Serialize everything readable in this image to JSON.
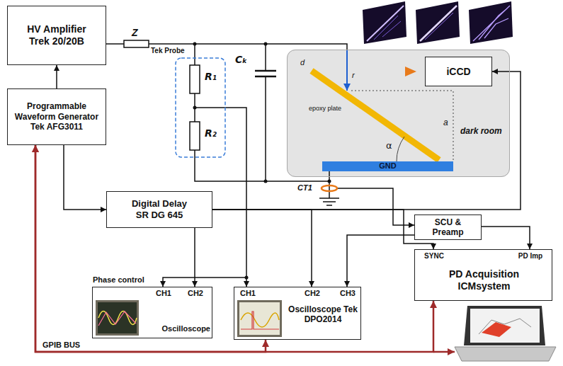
{
  "diagram": {
    "nodes": [
      {
        "text": [
          "HV Amplifier Trek 20/20B"
        ]
      },
      {
        "text": [
          "Programmable Waveform Generator Tek AFG3011"
        ]
      },
      {
        "text": [
          "dark room"
        ]
      },
      {
        "text": [
          "iCCD"
        ],
        "in": 2
      },
      {
        "text": [
          "GND"
        ],
        "in": 2
      },
      {
        "text": [
          "Digital Delay SR DG 645"
        ]
      },
      {
        "text": [
          "SCU & Preamp"
        ]
      },
      {
        "text": [
          "SYNC",
          "PD Imp",
          "PD Acquisition ICMsystem"
        ]
      },
      {
        "text": [
          "Phase control",
          "CH1",
          "CH2",
          "Oscilloscope"
        ]
      },
      {
        "text": [
          "CH1",
          "CH2",
          "CH3",
          "Oscilloscope Tek DPO2014"
        ]
      }
    ],
    "edges": [
      {
        "from": 1,
        "to": 0,
        "arrow": "to"
      },
      {
        "from": 1,
        "to": 5,
        "arrow": "to"
      },
      {
        "from": 5,
        "to": 8,
        "arrow": "to"
      },
      {
        "from": 5,
        "to": 9,
        "arrow": "to"
      },
      {
        "from": 5,
        "to": 3,
        "arrow": "to"
      },
      {
        "from": 5,
        "to": 7,
        "arrow": "to"
      },
      {
        "from": 6,
        "to": 7,
        "arrow": "to"
      },
      {
        "from": 6,
        "to": 9,
        "arrow": "to"
      },
      {
        "from": 1,
        "to": 9,
        "arrow": "both"
      },
      {
        "from": 1,
        "to": 7,
        "arrow": "both"
      }
    ],
    "labels": [
      "Z",
      "Tek Probe",
      "R₁",
      "R₂",
      "Cₖ",
      "d",
      "r",
      "epoxy plate",
      "a",
      "α",
      "CT1",
      "GPIB BUS"
    ]
  }
}
